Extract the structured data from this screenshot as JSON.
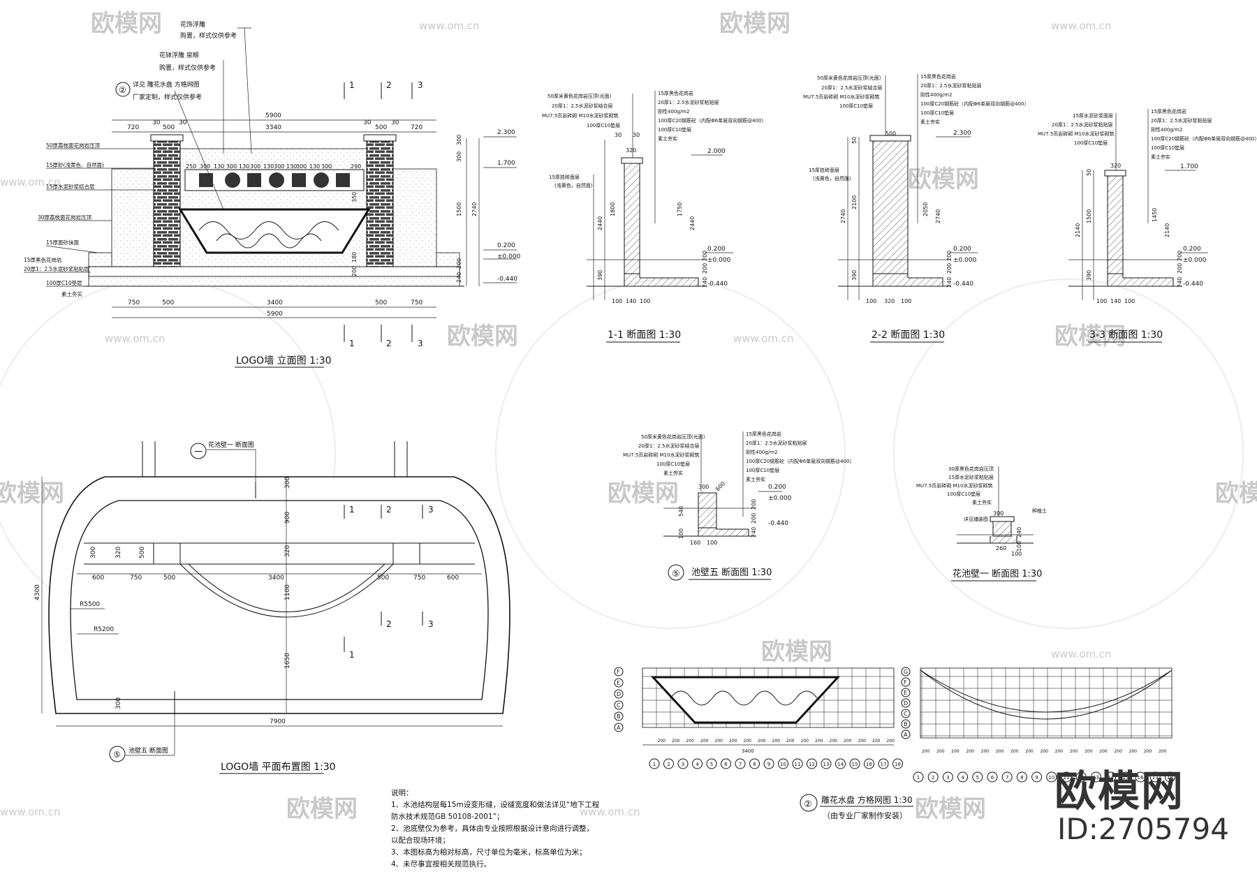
{
  "watermark": {
    "brand": "欧模网",
    "url": "www.om.cn"
  },
  "brand": {
    "logo_text": "欧模网",
    "id_text": "ID:2705794"
  },
  "elevation": {
    "title": "LOGO墙  立面图 1:30",
    "note_circle": "②",
    "notes": [
      "花饰浮雕",
      "购置，样式仅供参考",
      "花钵浮雕  泉眼",
      "购置，样式仅供参考",
      "详见  雕花水盘  方格网图",
      "厂家定制，样式仅供参考"
    ],
    "left_labels": [
      "50厚荔枝面花岗岩压顶",
      "15厚砂(浅黄色、自然面)",
      "15厚水泥砂浆结合层",
      "30厚荔枝面花岗岩压顶",
      "15厚面砂抹面",
      "15厚黑色花岗岩",
      "20厚1：2.5水泥砂浆粘贴层",
      "100厚C10垫层",
      "素土夯实"
    ],
    "top_dims": [
      "5900",
      "720",
      "30",
      "500",
      "30",
      "3340",
      "30",
      "500",
      "30",
      "720"
    ],
    "panel_dims": [
      "250",
      "300",
      "130",
      "300",
      "130",
      "300",
      "130",
      "300",
      "130",
      "300",
      "130",
      "300",
      "290"
    ],
    "bottom_dims": [
      "750",
      "500",
      "3400",
      "500",
      "750",
      "5900"
    ],
    "right_dims": [
      "300",
      "300",
      "1500",
      "2740",
      "350",
      "240",
      "200",
      "200",
      "180"
    ],
    "levels": [
      "2.300",
      "1.700",
      "0.200",
      "±0.000",
      "-0.440"
    ],
    "section_marks": [
      "1",
      "2",
      "3"
    ]
  },
  "sections": [
    {
      "title": "1-1  断面图 1:30",
      "labels_left": [
        "50厚米黄色花岗岩压顶(光面)",
        "20厚1：2.5水泥砂浆结合层",
        "MU7.5页岩砖砌 M10水泥砂浆砌筑",
        "100厚C10垫层"
      ],
      "labels_right": [
        "15厚黑色花岗岩",
        "20厚1：2.5水泥砂浆粘贴层",
        "刚性400g/m2",
        "100厚C20钢筋砼（内配Φ6单层双向钢筋@400）",
        "100厚C10垫层",
        "素土夯实"
      ],
      "dims": [
        "30",
        "30",
        "320",
        "1800",
        "2440",
        "390",
        "100",
        "140",
        "100",
        "1750",
        "2440",
        "240",
        "200",
        "200"
      ],
      "levels": [
        "2.000",
        "0.200",
        "±0.000",
        "-0.440"
      ],
      "side_note": [
        "15厚挂砖面层",
        "(浅黄色，自然面)"
      ]
    },
    {
      "title": "2-2  断面图 1:30",
      "labels_left": [
        "50厚米黄色花岗岩压顶(光面)",
        "20厚1：2.5水泥砂浆结合层",
        "MU7.5页岩砖砌 M10水泥砂浆砌筑",
        "100厚C10垫层"
      ],
      "labels_right": [
        "15厚黑色花岗岩",
        "20厚1：2.5水泥砂浆粘贴层",
        "刚性400g/m2",
        "100厚C20钢筋砼（内配Φ6单层双向钢筋@400）",
        "100厚C10垫层",
        "素土夯实"
      ],
      "dims": [
        "50",
        "500",
        "2740",
        "2100",
        "390",
        "100",
        "320",
        "100",
        "2050",
        "2740",
        "240",
        "200",
        "200"
      ],
      "levels": [
        "2.300",
        "0.200",
        "±0.000",
        "-0.440"
      ],
      "side_note": [
        "15厚挂砖面层",
        "(浅黄色，自然面)"
      ]
    },
    {
      "title": "3-3  断面图 1:30",
      "labels_left": [
        "15厚水泥砂浆面层",
        "20厚1：2.5水泥砂浆粘贴层",
        "MU7.5页岩砖砌 M10水泥砂浆砌筑",
        "100厚C10垫层"
      ],
      "labels_right": [
        "15厚黑色花岗岩",
        "20厚1：2.5水泥砂浆粘贴层",
        "刚性400g/m2",
        "100厚C20钢筋砼（内配Φ6单层双向钢筋@400）",
        "100厚C10垫层",
        "素土夯实"
      ],
      "dims": [
        "50",
        "320",
        "1500",
        "2140",
        "390",
        "100",
        "140",
        "100",
        "1450",
        "2140",
        "240",
        "200",
        "200"
      ],
      "levels": [
        "1.700",
        "0.200",
        "±0.000",
        "-0.440"
      ],
      "side_note": []
    }
  ],
  "pool_wall": {
    "title": "池壁五  断面图 1:30",
    "circle": "⑤",
    "labels_left": [
      "50厚米黄色花岗岩压顶(光面)",
      "20厚1：2.5水泥砂浆结合层",
      "MU7.5页岩砖砌 M10水泥砂浆砌筑",
      "100厚C10垫层",
      "素土夯实"
    ],
    "labels_right": [
      "15厚黑色花岗岩",
      "20厚1：2.5水泥砂浆粘贴层",
      "刚性400g/m2",
      "100厚C20钢筋砼（内配Φ6单层双向钢筋@400）",
      "100厚C10垫层",
      "素土夯实"
    ],
    "dims": [
      "300",
      "540",
      "100",
      "160",
      "100",
      "240",
      "200",
      "200",
      "600"
    ],
    "levels": [
      "0.200",
      "±0.000",
      "-0.440"
    ]
  },
  "planter_wall": {
    "title": "花池壁一  断面图 1:30",
    "labels": [
      "30厚黑色花岗岩压顶",
      "15厚水泥砂浆粘贴层",
      "MU7.5页岩砖砌 M10水泥砂浆砌筑",
      "100厚C10垫层",
      "素土夯实"
    ],
    "dims": [
      "300",
      "240",
      "100",
      "260",
      "100"
    ],
    "side": [
      "种植土",
      "详见铺装图"
    ]
  },
  "plan": {
    "title": "LOGO墙  平面布置图 1:30",
    "callout_top": "花池壁一  断面图",
    "callout_top_circle": "一",
    "callout_bottom": "池壁五  断面图",
    "callout_bottom_circle": "⑤",
    "dims_horiz": [
      "600",
      "750",
      "500",
      "3400",
      "500",
      "750",
      "600",
      "7900"
    ],
    "dims_vert": [
      "300",
      "900",
      "320",
      "1100",
      "1650",
      "300",
      "500",
      "320",
      "300",
      "4300"
    ],
    "radii": [
      "R5500",
      "R5200"
    ],
    "section_marks": [
      "1",
      "2",
      "3"
    ]
  },
  "notes": {
    "heading": "说明：",
    "items": [
      "1、水池结构层每15m设变形缝，设缝宽度和做法详见“地下工程",
      "防水技术规范GB 50108-2001”；",
      "2、池底壁仅为参考，具体由专业按照根据设计意向进行调整，",
      "以配合现场环境；",
      "3、本图标高为相对标高，尺寸单位为毫米，标高单位为米；",
      "4、未尽事宜按相关规范执行。"
    ]
  },
  "grid_plan": {
    "title": "雕花水盘  方格网图 1:30",
    "subtitle": "（由专业厂家制作安装）",
    "circle": "②",
    "rows_left": [
      "F",
      "E",
      "D",
      "C",
      "B",
      "A"
    ],
    "rows_right": [
      "G",
      "F",
      "E",
      "D",
      "C",
      "B",
      "A"
    ],
    "cols": [
      "1",
      "2",
      "3",
      "4",
      "5",
      "6",
      "7",
      "8",
      "9",
      "10",
      "11",
      "12",
      "13",
      "14",
      "15",
      "16",
      "17",
      "18"
    ],
    "col_dim": "200",
    "total_dim": "3400"
  }
}
